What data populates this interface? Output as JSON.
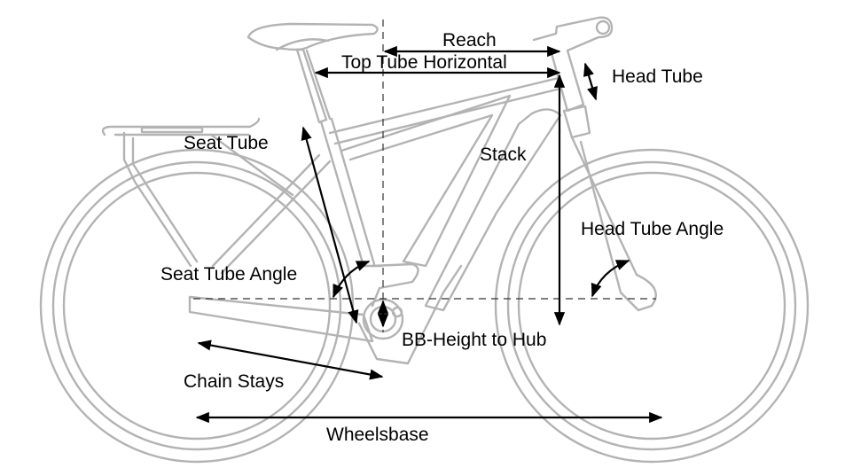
{
  "diagram": {
    "title": "Bicycle geometry",
    "labels": {
      "reach": "Reach",
      "top_tube_horizontal": "Top Tube Horizontal",
      "head_tube": "Head Tube",
      "seat_tube": "Seat Tube",
      "stack": "Stack",
      "head_tube_angle": "Head Tube Angle",
      "seat_tube_angle": "Seat Tube Angle",
      "bb_height_to_hub": "BB-Height to Hub",
      "chain_stays": "Chain Stays",
      "wheelbase": "Wheelsbase"
    },
    "colors": {
      "frame": "#b3b3b3",
      "dimension": "#000000",
      "background": "#ffffff"
    }
  }
}
